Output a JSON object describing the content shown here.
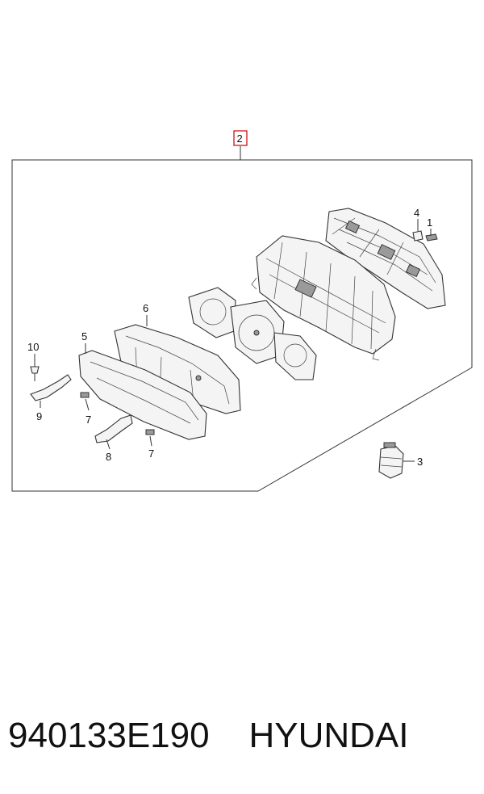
{
  "callouts": {
    "c1": "1",
    "c2": "2",
    "c3": "3",
    "c4": "4",
    "c5": "5",
    "c6": "6",
    "c7a": "7",
    "c7b": "7",
    "c8": "8",
    "c9": "9",
    "c10": "10"
  },
  "caption": "940133E190    HYUNDAI",
  "colors": {
    "highlight_box": "#cc0000",
    "line": "#333333"
  }
}
